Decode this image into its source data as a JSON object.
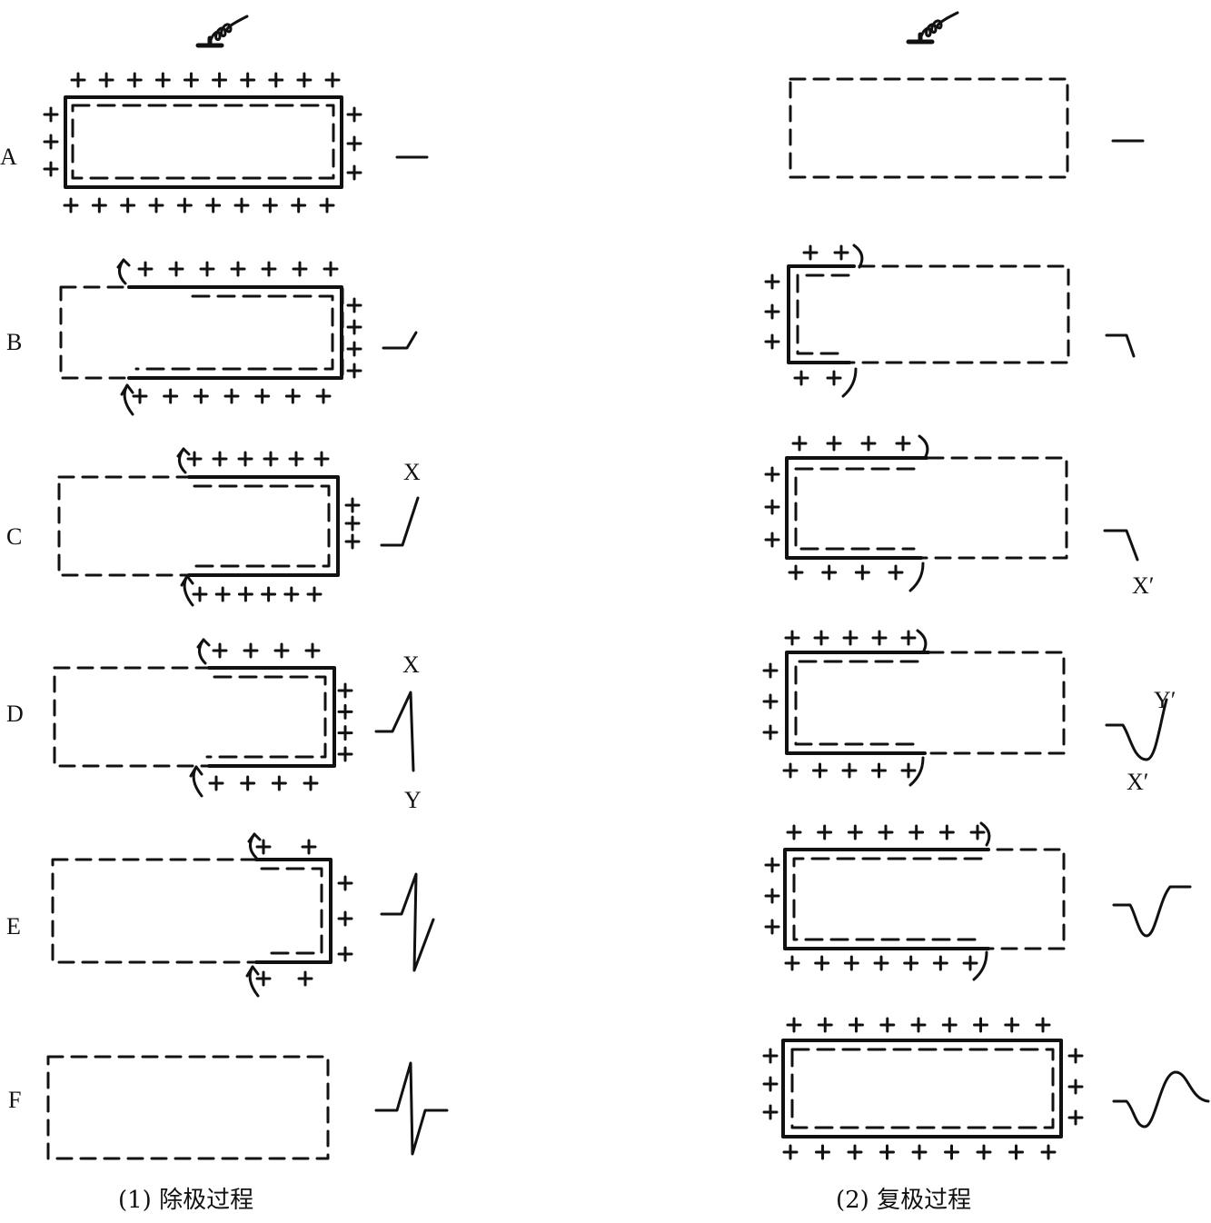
{
  "left_column": {
    "caption": "(1) 除极过程",
    "rows": [
      {
        "id": "A",
        "label": "A",
        "wave_marks": []
      },
      {
        "id": "B",
        "label": "B",
        "wave_marks": []
      },
      {
        "id": "C",
        "label": "C",
        "wave_marks": [
          "X"
        ]
      },
      {
        "id": "D",
        "label": "D",
        "wave_marks": [
          "X",
          "Y"
        ]
      },
      {
        "id": "E",
        "label": "E",
        "wave_marks": []
      },
      {
        "id": "F",
        "label": "F",
        "wave_marks": []
      }
    ]
  },
  "right_column": {
    "caption": "(2)  复极过程",
    "rows": [
      {
        "id": "A2",
        "wave_marks": []
      },
      {
        "id": "B2",
        "wave_marks": []
      },
      {
        "id": "C2",
        "wave_marks": [
          "X′"
        ]
      },
      {
        "id": "D2",
        "wave_marks": [
          "Y′",
          "X′"
        ]
      },
      {
        "id": "E2",
        "wave_marks": []
      },
      {
        "id": "F2",
        "wave_marks": []
      }
    ]
  },
  "icons": [
    "electrode-icon",
    "depolarization-wavefront-arrow-icon",
    "positive-charge-icon"
  ]
}
